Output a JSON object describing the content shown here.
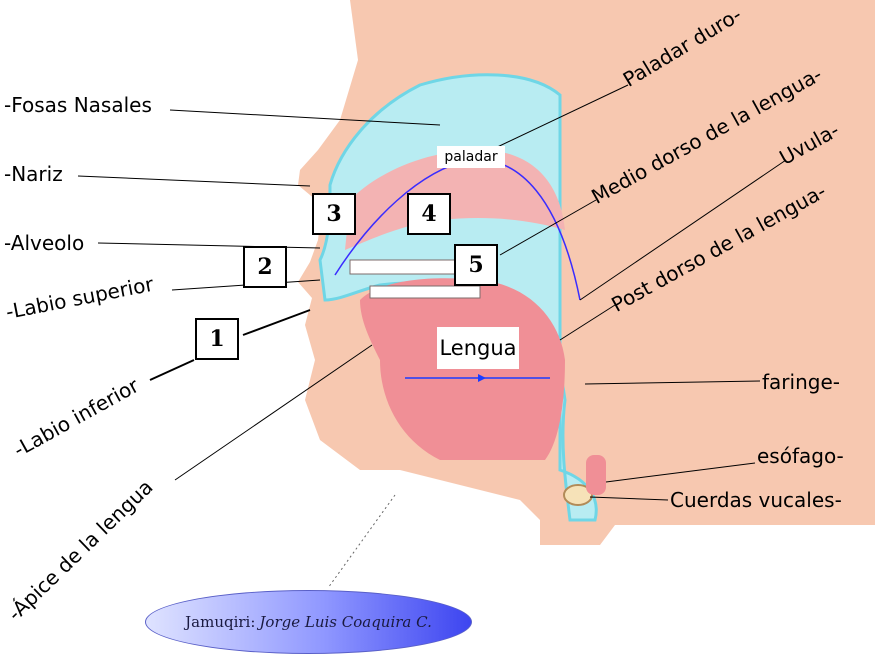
{
  "labels": {
    "fosas_nasales": "-Fosas Nasales",
    "nariz": "-Nariz",
    "alveolo": "-Alveolo",
    "labio_superior": "-Labio superior",
    "labio_inferior": "-Labio inferior",
    "apice": "-Ápice de la lengua",
    "paladar_duro": "Paladar duro-",
    "medio_dorso": "Medio dorso de la lengua-",
    "uvula": "Uvula-",
    "post_dorso": "Post dorso de la lengua-",
    "faringe": "faringe-",
    "esofago": "esófago-",
    "cuerdas_vucales": "Cuerdas vucales-"
  },
  "inner_labels": {
    "paladar": "paladar",
    "lengua": "Lengua"
  },
  "numbers": [
    "1",
    "2",
    "3",
    "4",
    "5"
  ],
  "credit": {
    "prefix": "Jamuqiri:",
    "author": "Jorge Luis Coaquira C."
  },
  "colors": {
    "skin": "#f7c8b0",
    "air": "#b8ecf2",
    "cavity_edge": "#6fd6e6",
    "tongue": "#f08f96",
    "lip": "#f3b3b3",
    "arrow": "#1a3cff",
    "credit_gradient_end": "#3d45f0"
  }
}
